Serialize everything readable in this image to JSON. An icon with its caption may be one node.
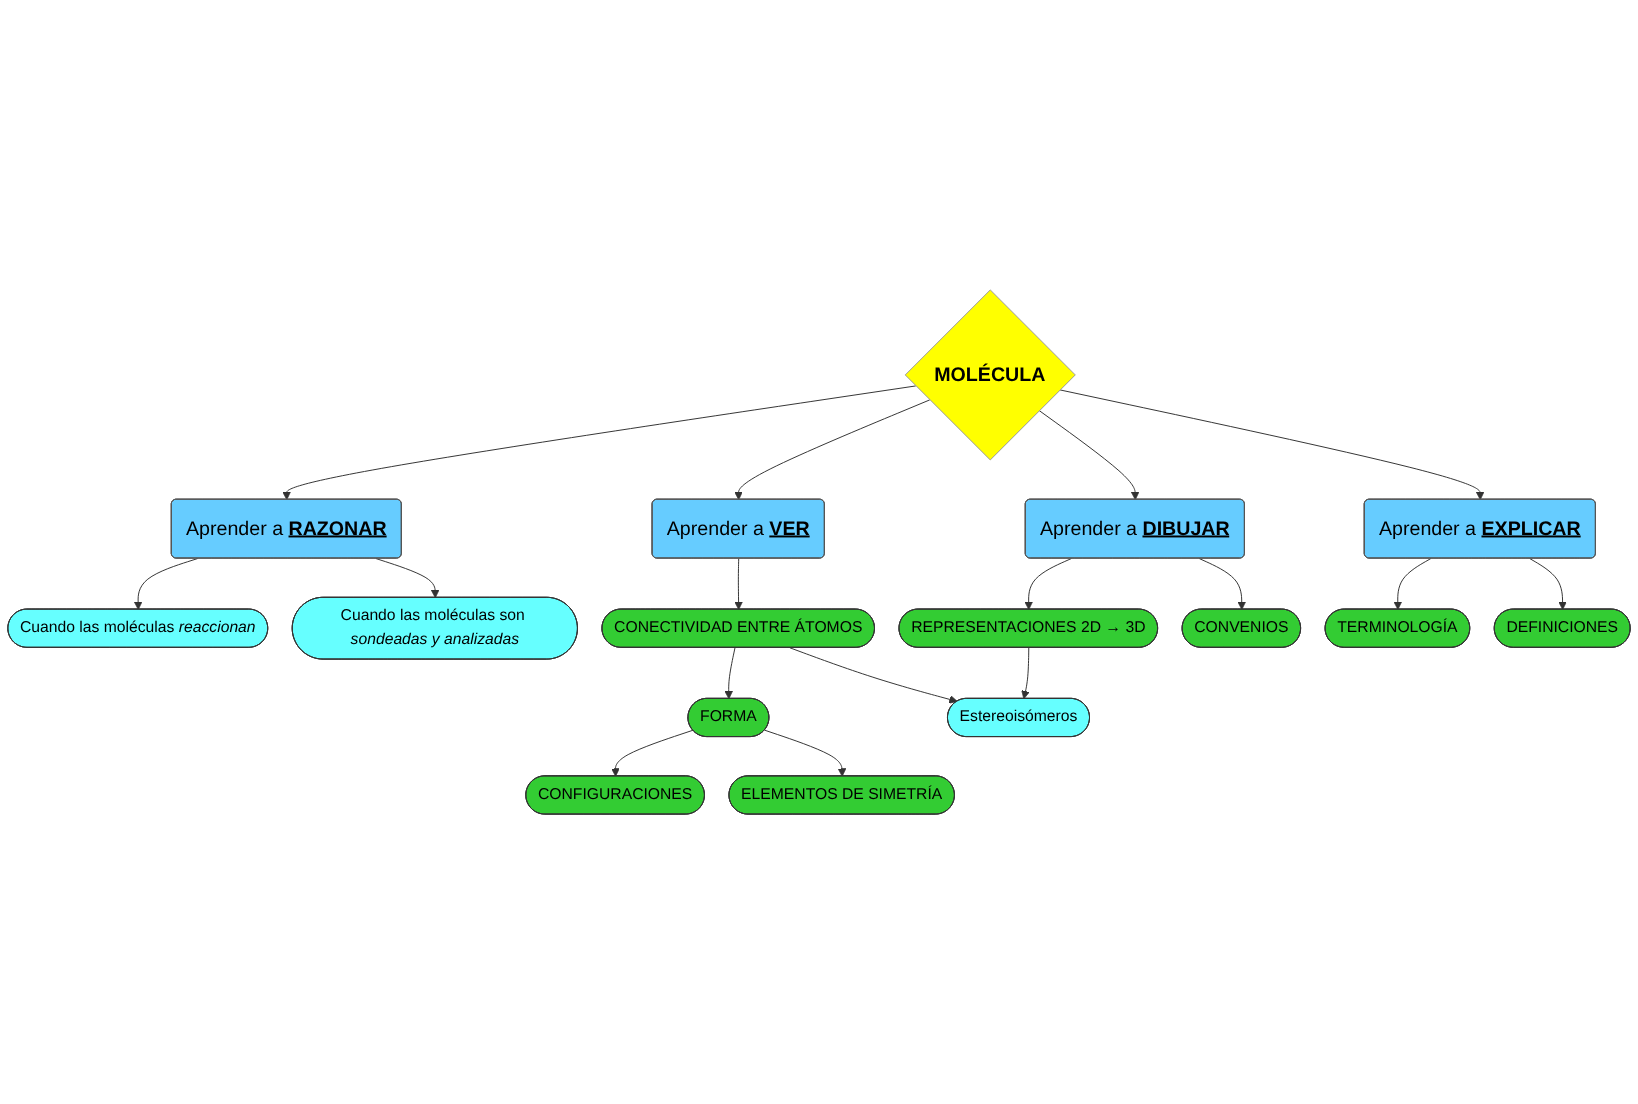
{
  "diagram": {
    "nodes": [
      {
        "text": [
          "CONFIGURACIONES"
        ]
      },
      {
        "text": [
          "ELEMENTOS DE SIMETRÍA"
        ]
      },
      {
        "text": [
          "FORMA"
        ]
      },
      {
        "text": [
          "CONECTIVIDAD ENTRE ÁTOMOS"
        ]
      },
      {
        "text": [
          "Estereoisómeros"
        ]
      },
      {
        "text": [
          "Aprender a **VER**"
        ]
      },
      {
        "text": [
          "Cuando las moléculas son *sondeadas y analizadas*"
        ]
      },
      {
        "text": [
          "REPRESENTACIONES 2D → 3D"
        ]
      },
      {
        "text": [
          "Aprender a **RAZONAR**"
        ]
      },
      {
        "text": [
          "MOLÉCULA"
        ]
      },
      {
        "text": [
          "Aprender a **DIBUJAR**"
        ]
      },
      {
        "text": [
          "Cuando las moléculas *reaccionan*"
        ]
      },
      {
        "text": [
          "CONVENIOS"
        ]
      },
      {
        "text": [
          "Aprender a **EXPLICAR**"
        ]
      },
      {
        "text": [
          "TERMINOLOGÍA"
        ]
      },
      {
        "text": [
          "DEFINICIONES"
        ]
      }
    ],
    "edges": [
      {
        "from": 2,
        "to": 0,
        "arrow": "to"
      },
      {
        "from": 2,
        "to": 1,
        "arrow": "to"
      },
      {
        "from": 3,
        "to": 2,
        "arrow": "to"
      },
      {
        "from": 3,
        "to": 4,
        "arrow": "to"
      },
      {
        "from": 5,
        "to": 3,
        "arrow": "to"
      },
      {
        "from": 9,
        "to": 5,
        "arrow": "to"
      },
      {
        "from": 9,
        "to": 8,
        "arrow": "to"
      },
      {
        "from": 9,
        "to": 10,
        "arrow": "to"
      },
      {
        "from": 9,
        "to": 13,
        "arrow": "to"
      },
      {
        "from": 8,
        "to": 6,
        "arrow": "to"
      },
      {
        "from": 8,
        "to": 11,
        "arrow": "to"
      },
      {
        "from": 10,
        "to": 7,
        "arrow": "to"
      },
      {
        "from": 7,
        "to": 4,
        "arrow": "to"
      },
      {
        "from": 10,
        "to": 12,
        "arrow": "to"
      },
      {
        "from": 13,
        "to": 14,
        "arrow": "to"
      },
      {
        "from": 13,
        "to": 15,
        "arrow": "to"
      }
    ]
  }
}
